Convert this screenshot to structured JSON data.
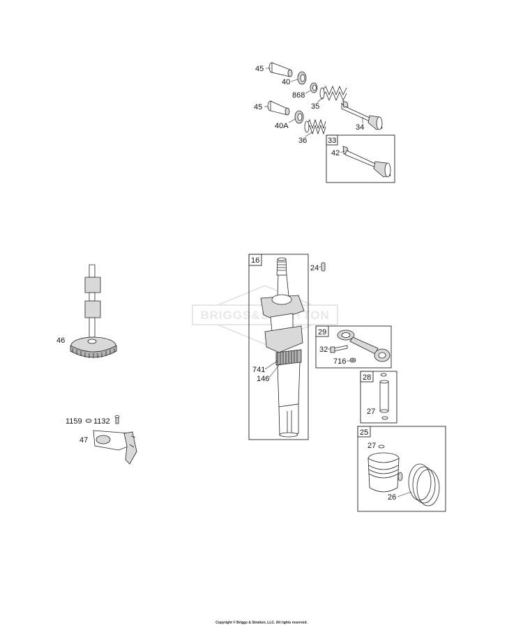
{
  "watermark": "BRIGGS&STRATTON",
  "copyright": "Copyright © Briggs & Stratton, LLC. All rights reserved.",
  "callouts": {
    "c45a": "45",
    "c40": "40",
    "c868": "868",
    "c35": "35",
    "c34": "34",
    "c45b": "45",
    "c40a": "40A",
    "c36": "36",
    "c42": "42",
    "c24": "24",
    "c741": "741",
    "c146": "146",
    "c32": "32",
    "c716": "716",
    "c27a": "27",
    "c27b": "27",
    "c26": "26",
    "c46": "46",
    "c1159": "1159",
    "c1132": "1132",
    "c47": "47"
  },
  "boxes": {
    "b33": "33",
    "b16": "16",
    "b29": "29",
    "b28": "28",
    "b25": "25"
  }
}
